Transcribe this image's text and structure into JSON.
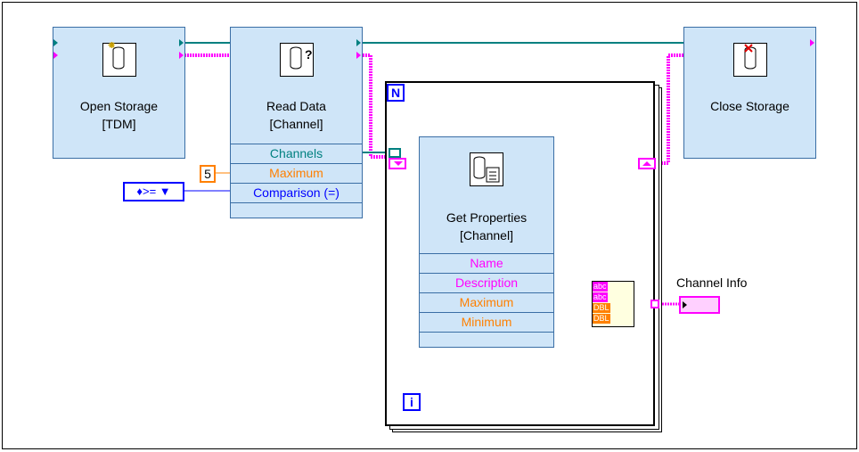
{
  "nodes": {
    "open_storage": {
      "title_line1": "Open Storage",
      "title_line2": "[TDM]"
    },
    "read_data": {
      "title_line1": "Read Data",
      "title_line2": "[Channel]",
      "props": [
        "Channels",
        "Maximum",
        "Comparison (=)"
      ]
    },
    "close_storage": {
      "title_line1": "Close Storage"
    },
    "get_properties": {
      "title_line1": "Get Properties",
      "title_line2": "[Channel]",
      "props": [
        "Name",
        "Description",
        "Maximum",
        "Minimum"
      ]
    }
  },
  "constants": {
    "maximum_value": "5",
    "comparison": "♦>= ▼"
  },
  "loop": {
    "count_label": "N",
    "index_label": "i"
  },
  "bundle": {
    "inputs": [
      "abc",
      "abc",
      "DBL",
      "DBL"
    ]
  },
  "indicator": {
    "label": "Channel Info"
  },
  "colors": {
    "refnum": "#008080",
    "string": "#ff00ff",
    "numeric": "#ff8000",
    "enum": "#0000ff",
    "node_bg": "#cfe5f8",
    "node_border": "#3a6ea5"
  }
}
